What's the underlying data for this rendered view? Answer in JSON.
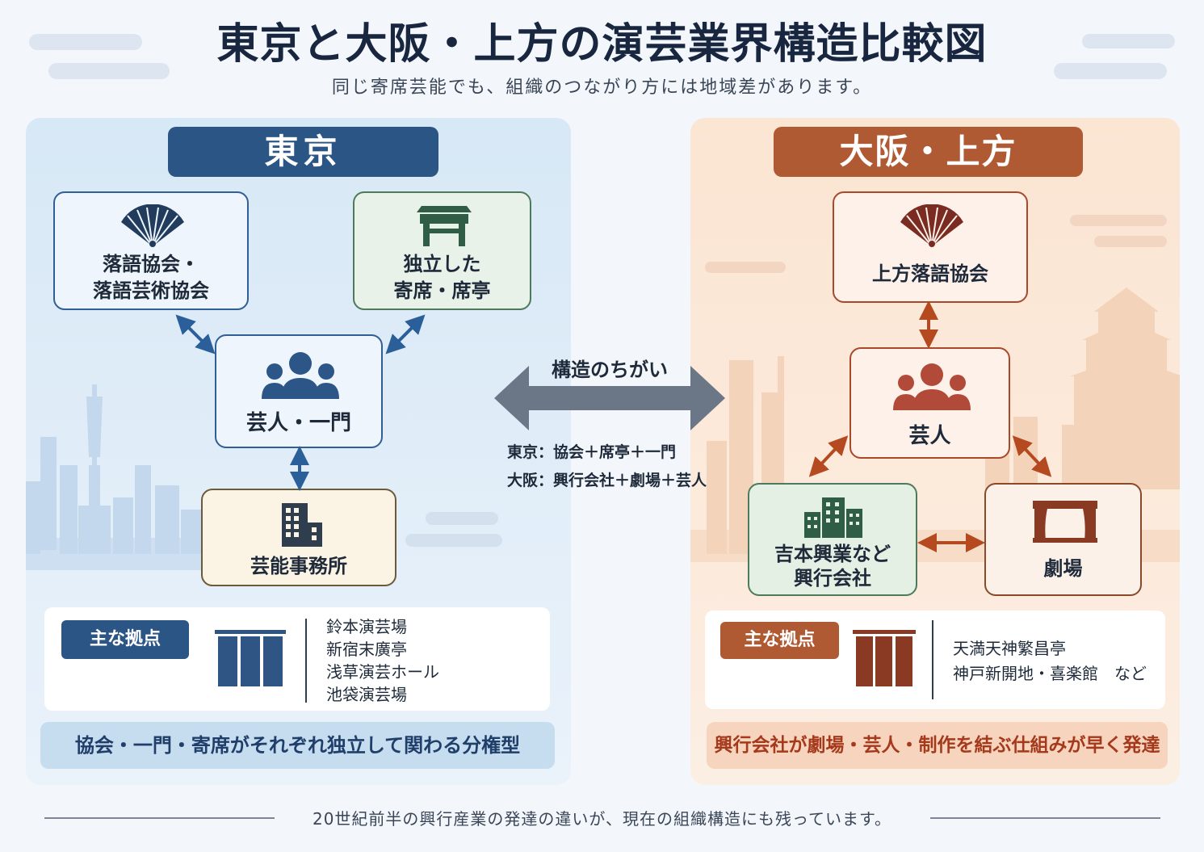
{
  "title": "東京と大阪・上方の演芸業界構造比較図",
  "subtitle": "同じ寄席芸能でも、組織のつながり方には地域差があります。",
  "tokyo": {
    "header": "東京",
    "nodes": {
      "association": {
        "line1": "落語協会・",
        "line2": "落語芸術協会",
        "icon": "folding-fan-icon"
      },
      "venues": {
        "line1": "独立した",
        "line2": "寄席・席亭",
        "icon": "torii-gate-icon"
      },
      "performers": {
        "label": "芸人・一門",
        "icon": "people-group-icon"
      },
      "agency": {
        "label": "芸能事務所",
        "icon": "office-building-icon"
      }
    },
    "bases": {
      "tag": "主な拠点",
      "icon": "noren-curtain-icon",
      "items": [
        "鈴本演芸場",
        "新宿末廣亭",
        "浅草演芸ホール",
        "池袋演芸場"
      ]
    },
    "summary": "協会・一門・寄席がそれぞれ独立して関わる分権型",
    "colors": {
      "primary": "#2b5584",
      "panel": "#dbeaf7"
    }
  },
  "center": {
    "label": "構造のちがい",
    "line1": "東京：協会＋席亭＋一門",
    "line2": "大阪：興行会社＋劇場＋芸人"
  },
  "osaka": {
    "header": "大阪・上方",
    "nodes": {
      "association": {
        "label": "上方落語協会",
        "icon": "folding-fan-icon"
      },
      "performers": {
        "label": "芸人",
        "icon": "people-group-icon"
      },
      "company": {
        "line1": "吉本興業など",
        "line2": "興行会社",
        "icon": "office-buildings-icon"
      },
      "theater": {
        "label": "劇場",
        "icon": "theater-stage-icon"
      }
    },
    "bases": {
      "tag": "主な拠点",
      "icon": "noren-curtain-icon",
      "items": [
        "天満天神繁昌亭",
        "神戸新開地・喜楽館　など"
      ]
    },
    "summary": "興行会社が劇場・芸人・制作を結ぶ仕組みが早く発達",
    "colors": {
      "primary": "#b05a34",
      "panel": "#fce6d4"
    }
  },
  "footer": "20世紀前半の興行産業の発達の違いが、現在の組織構造にも残っています。"
}
